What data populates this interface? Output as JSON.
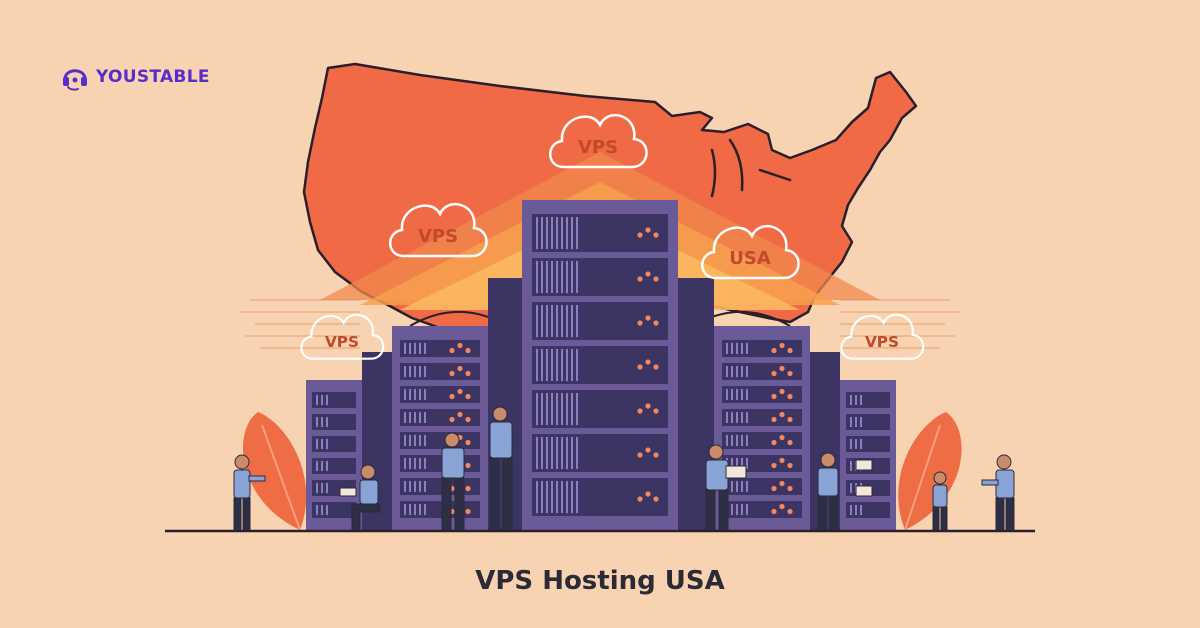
{
  "brand": {
    "name": "YOUSTABLE",
    "accent": "#5a2cc9"
  },
  "caption": "VPS Hosting USA",
  "clouds": [
    "VPS",
    "VPS",
    "USA",
    "VPS",
    "VPS"
  ],
  "colors": {
    "background": "#f8d3b2",
    "map": "#ef6a45",
    "beam": "#f7a04e",
    "server": "#6a5a98",
    "server_dark": "#3c3462",
    "led": "#f5875a"
  },
  "icons": [
    "headset-logo-icon",
    "usa-map-icon",
    "cloud-icon",
    "server-rack-icon",
    "person-icon",
    "leaf-icon"
  ]
}
